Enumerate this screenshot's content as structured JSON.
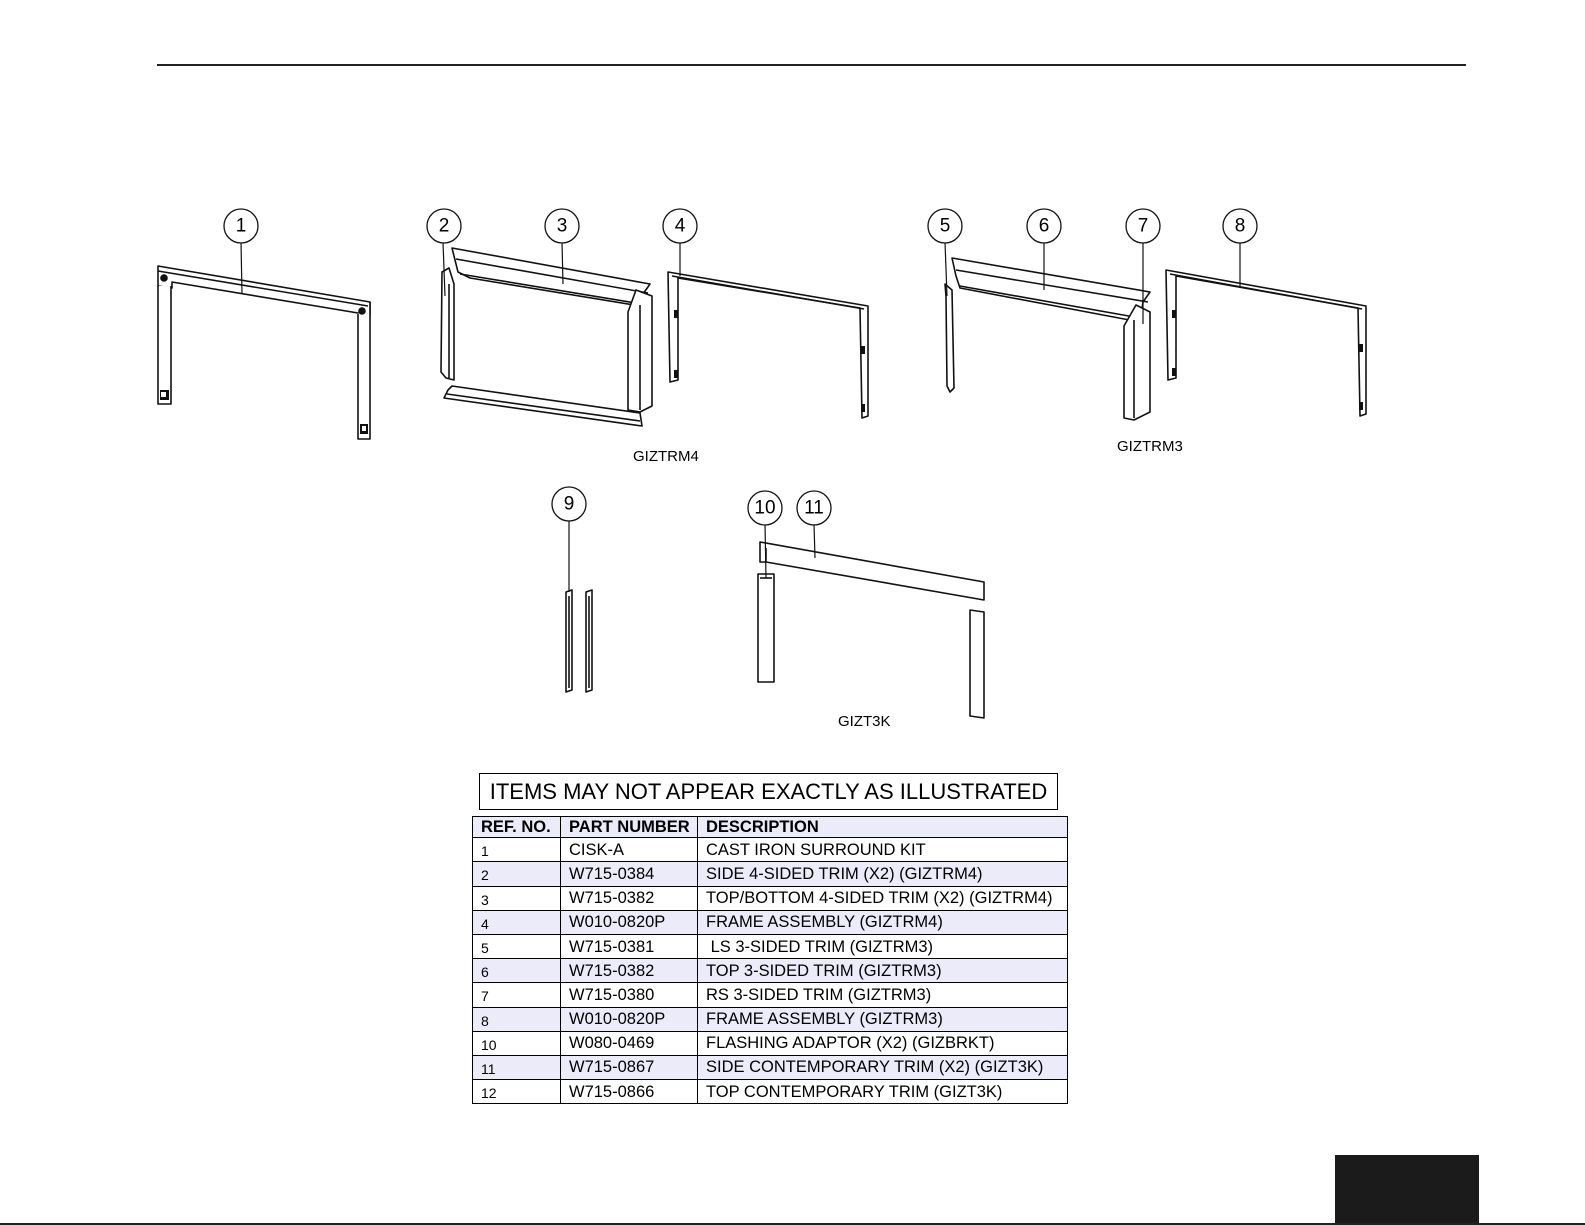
{
  "callouts": [
    "1",
    "2",
    "3",
    "4",
    "5",
    "6",
    "7",
    "8",
    "9",
    "10",
    "11"
  ],
  "kit_labels": {
    "four_sided": "GIZTRM4",
    "three_sided": "GIZTRM3",
    "contemporary": "GIZT3K"
  },
  "disclaimer": "ITEMS MAY NOT APPEAR EXACTLY AS ILLUSTRATED",
  "table": {
    "headers": [
      "REF. NO.",
      "PART NUMBER",
      "DESCRIPTION"
    ],
    "rows": [
      {
        "ref": "1",
        "part": "CISK-A",
        "desc": "CAST IRON SURROUND KIT"
      },
      {
        "ref": "2",
        "part": "W715-0384",
        "desc": "SIDE 4-SIDED TRIM (X2) (GIZTRM4)"
      },
      {
        "ref": "3",
        "part": "W715-0382",
        "desc": "TOP/BOTTOM 4-SIDED TRIM (X2) (GIZTRM4)"
      },
      {
        "ref": "4",
        "part": "W010-0820P",
        "desc": "FRAME ASSEMBLY (GIZTRM4)"
      },
      {
        "ref": "5",
        "part": "W715-0381",
        "desc": " LS 3-SIDED TRIM (GIZTRM3)"
      },
      {
        "ref": "6",
        "part": "W715-0382",
        "desc": "TOP 3-SIDED TRIM (GIZTRM3)"
      },
      {
        "ref": "7",
        "part": "W715-0380",
        "desc": "RS 3-SIDED TRIM (GIZTRM3)"
      },
      {
        "ref": "8",
        "part": "W010-0820P",
        "desc": "FRAME ASSEMBLY (GIZTRM3)"
      },
      {
        "ref": "10",
        "part": "W080-0469",
        "desc": "FLASHING ADAPTOR (X2) (GIZBRKT)"
      },
      {
        "ref": "11",
        "part": "W715-0867",
        "desc": "SIDE CONTEMPORARY TRIM (X2) (GIZT3K)"
      },
      {
        "ref": "12",
        "part": "W715-0866",
        "desc": "TOP CONTEMPORARY TRIM (GIZT3K)"
      }
    ]
  }
}
